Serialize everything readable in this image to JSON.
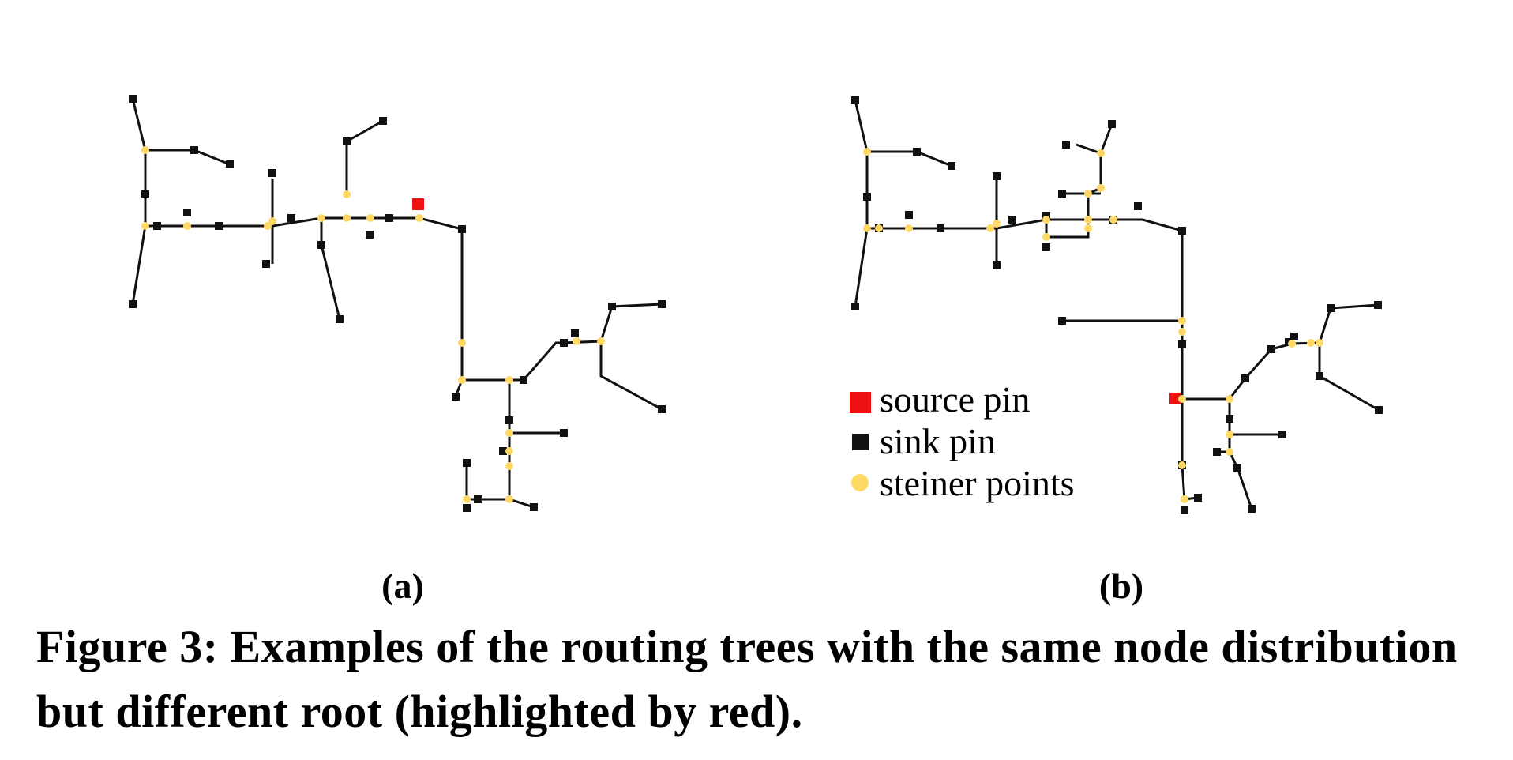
{
  "figure": {
    "caption": "Figure 3: Examples of the routing trees with the same node distribution but different root (highlighted by red).",
    "panels": [
      {
        "label": "(a)"
      },
      {
        "label": "(b)"
      }
    ]
  },
  "legend": {
    "items": [
      {
        "label": "source pin",
        "marker": "square",
        "color": "#ee1111"
      },
      {
        "label": "sink pin",
        "marker": "square",
        "color": "#111111"
      },
      {
        "label": "steiner points",
        "marker": "circle",
        "color": "#ffd966"
      }
    ]
  },
  "colors": {
    "edge": "#111111",
    "source": "#ee1111",
    "sink": "#111111",
    "steiner": "#ffd966"
  }
}
